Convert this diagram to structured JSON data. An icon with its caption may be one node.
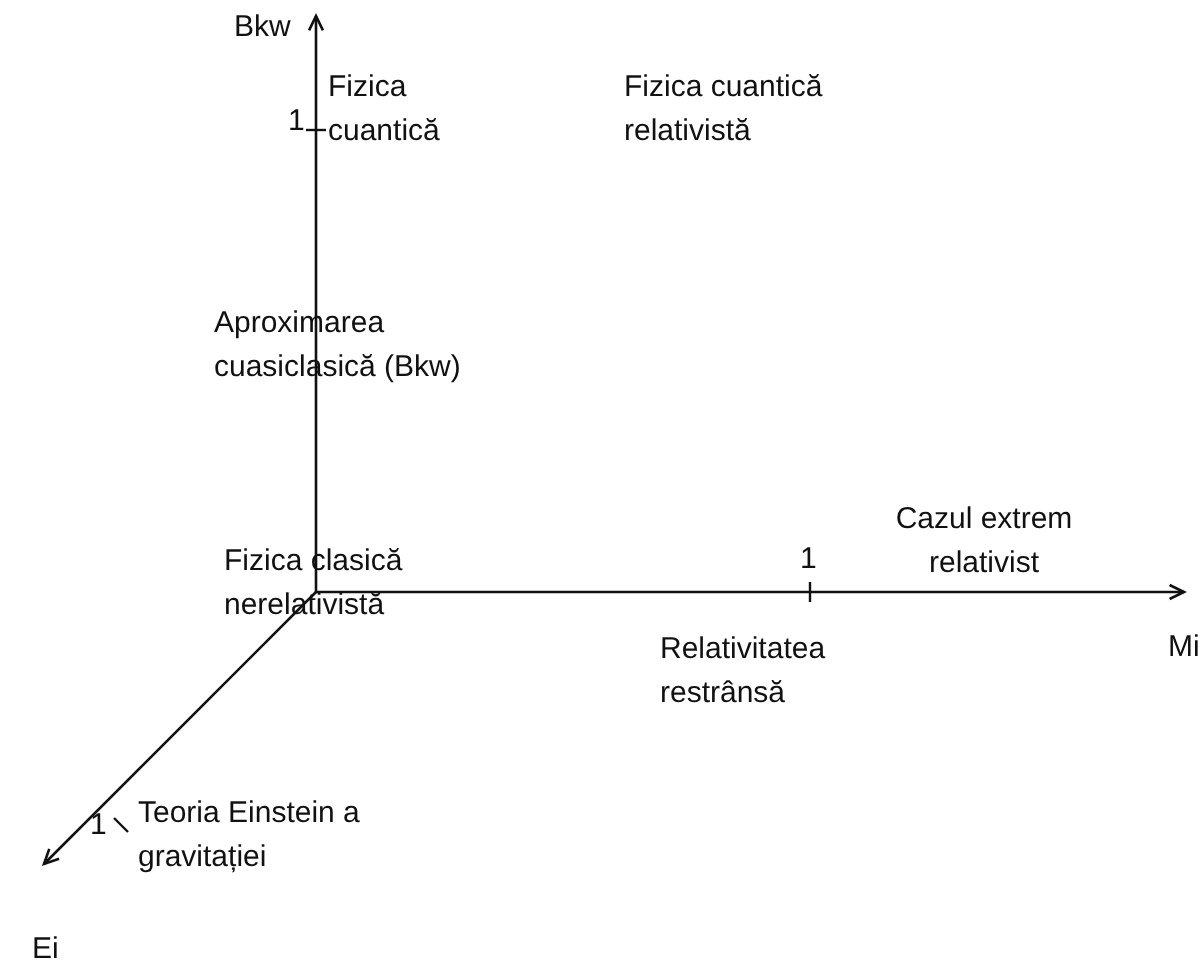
{
  "diagram": {
    "labels": [
      "Bkw",
      "1",
      "Fizica cuantică",
      "Fizica cuantică relativistă",
      "Aproximarea cuasiclasică (Bkw)",
      "Cazul extrem relativist",
      "1",
      "Fizica clasică nerelativistă",
      "Mi",
      "Relativitatea restrânsă",
      "1",
      "Teoria Einstein a gravitației",
      "Ei"
    ]
  }
}
